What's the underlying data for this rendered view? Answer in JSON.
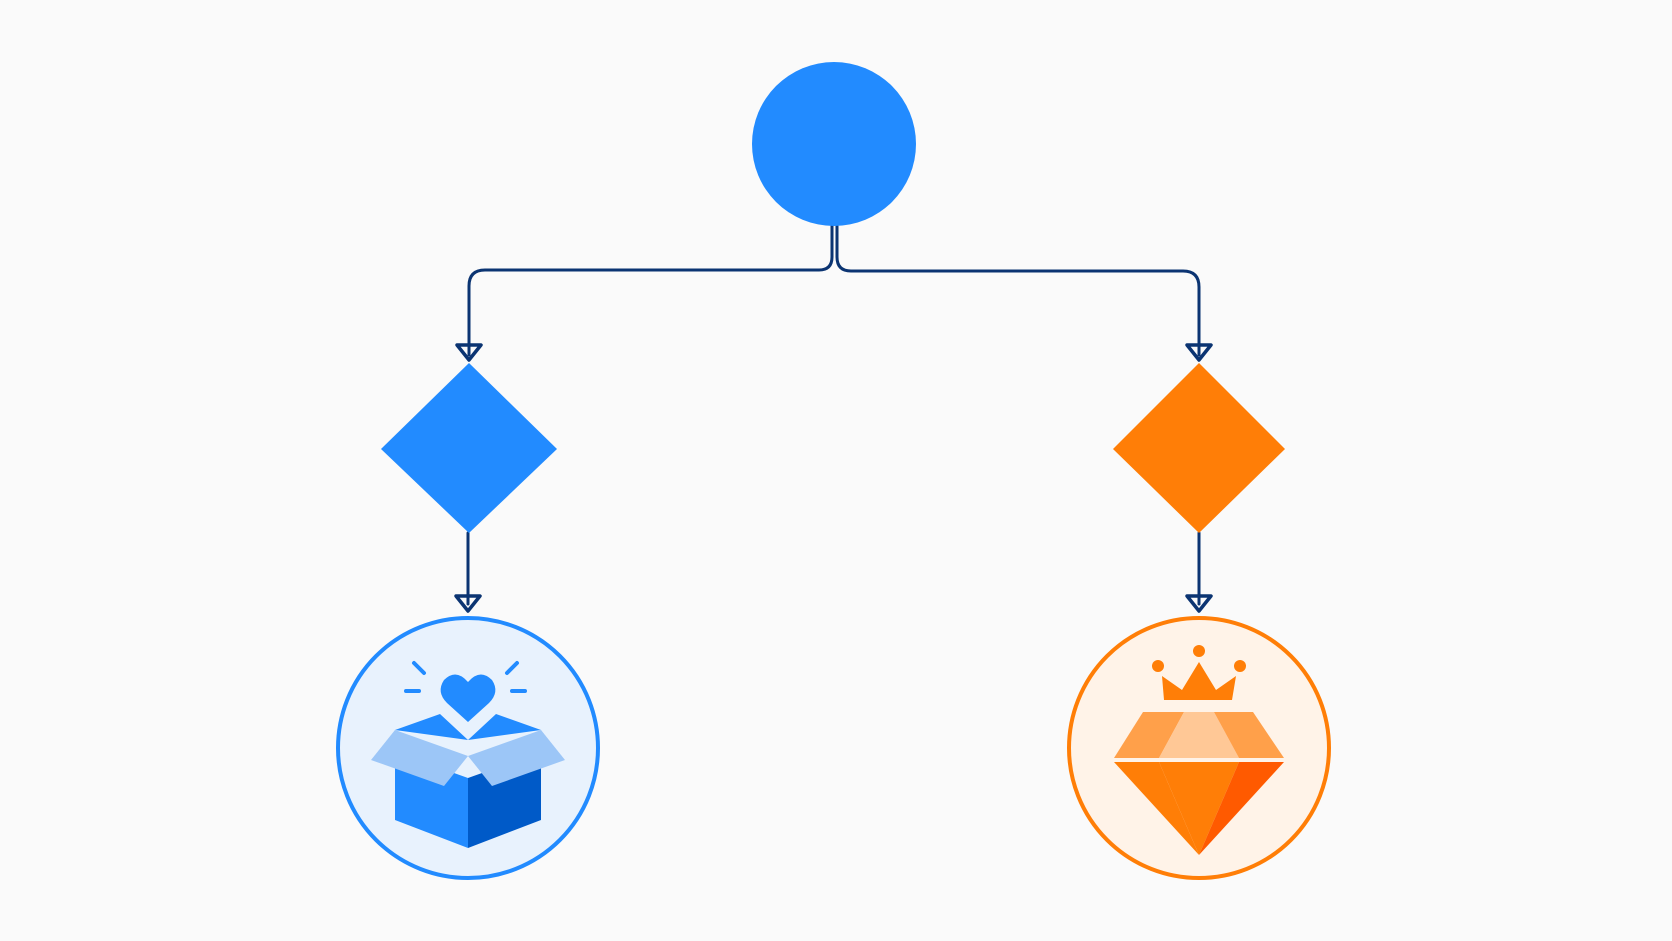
{
  "colors": {
    "background": "#fafafa",
    "blue": "#228bff",
    "blue_light": "#9cc6f7",
    "blue_dark": "#005ac8",
    "blue_tint": "#e8f2fd",
    "orange": "#ff7e07",
    "orange_light": "#ffa04a",
    "orange_pale": "#ffc896",
    "orange_deep": "#ff5a00",
    "orange_tint": "#fff3e8",
    "connector": "#0b3472"
  },
  "nodes": [
    {
      "id": "start",
      "shape": "circle",
      "color": "blue"
    },
    {
      "id": "decision-left",
      "shape": "diamond",
      "color": "blue"
    },
    {
      "id": "decision-right",
      "shape": "diamond",
      "color": "orange"
    },
    {
      "id": "outcome-left",
      "shape": "circle",
      "icon": "gift-box-heart-icon",
      "color": "blue"
    },
    {
      "id": "outcome-right",
      "shape": "circle",
      "icon": "crowned-diamond-icon",
      "color": "orange"
    }
  ],
  "edges": [
    {
      "from": "start",
      "to": "decision-left"
    },
    {
      "from": "start",
      "to": "decision-right"
    },
    {
      "from": "decision-left",
      "to": "outcome-left"
    },
    {
      "from": "decision-right",
      "to": "outcome-right"
    }
  ]
}
